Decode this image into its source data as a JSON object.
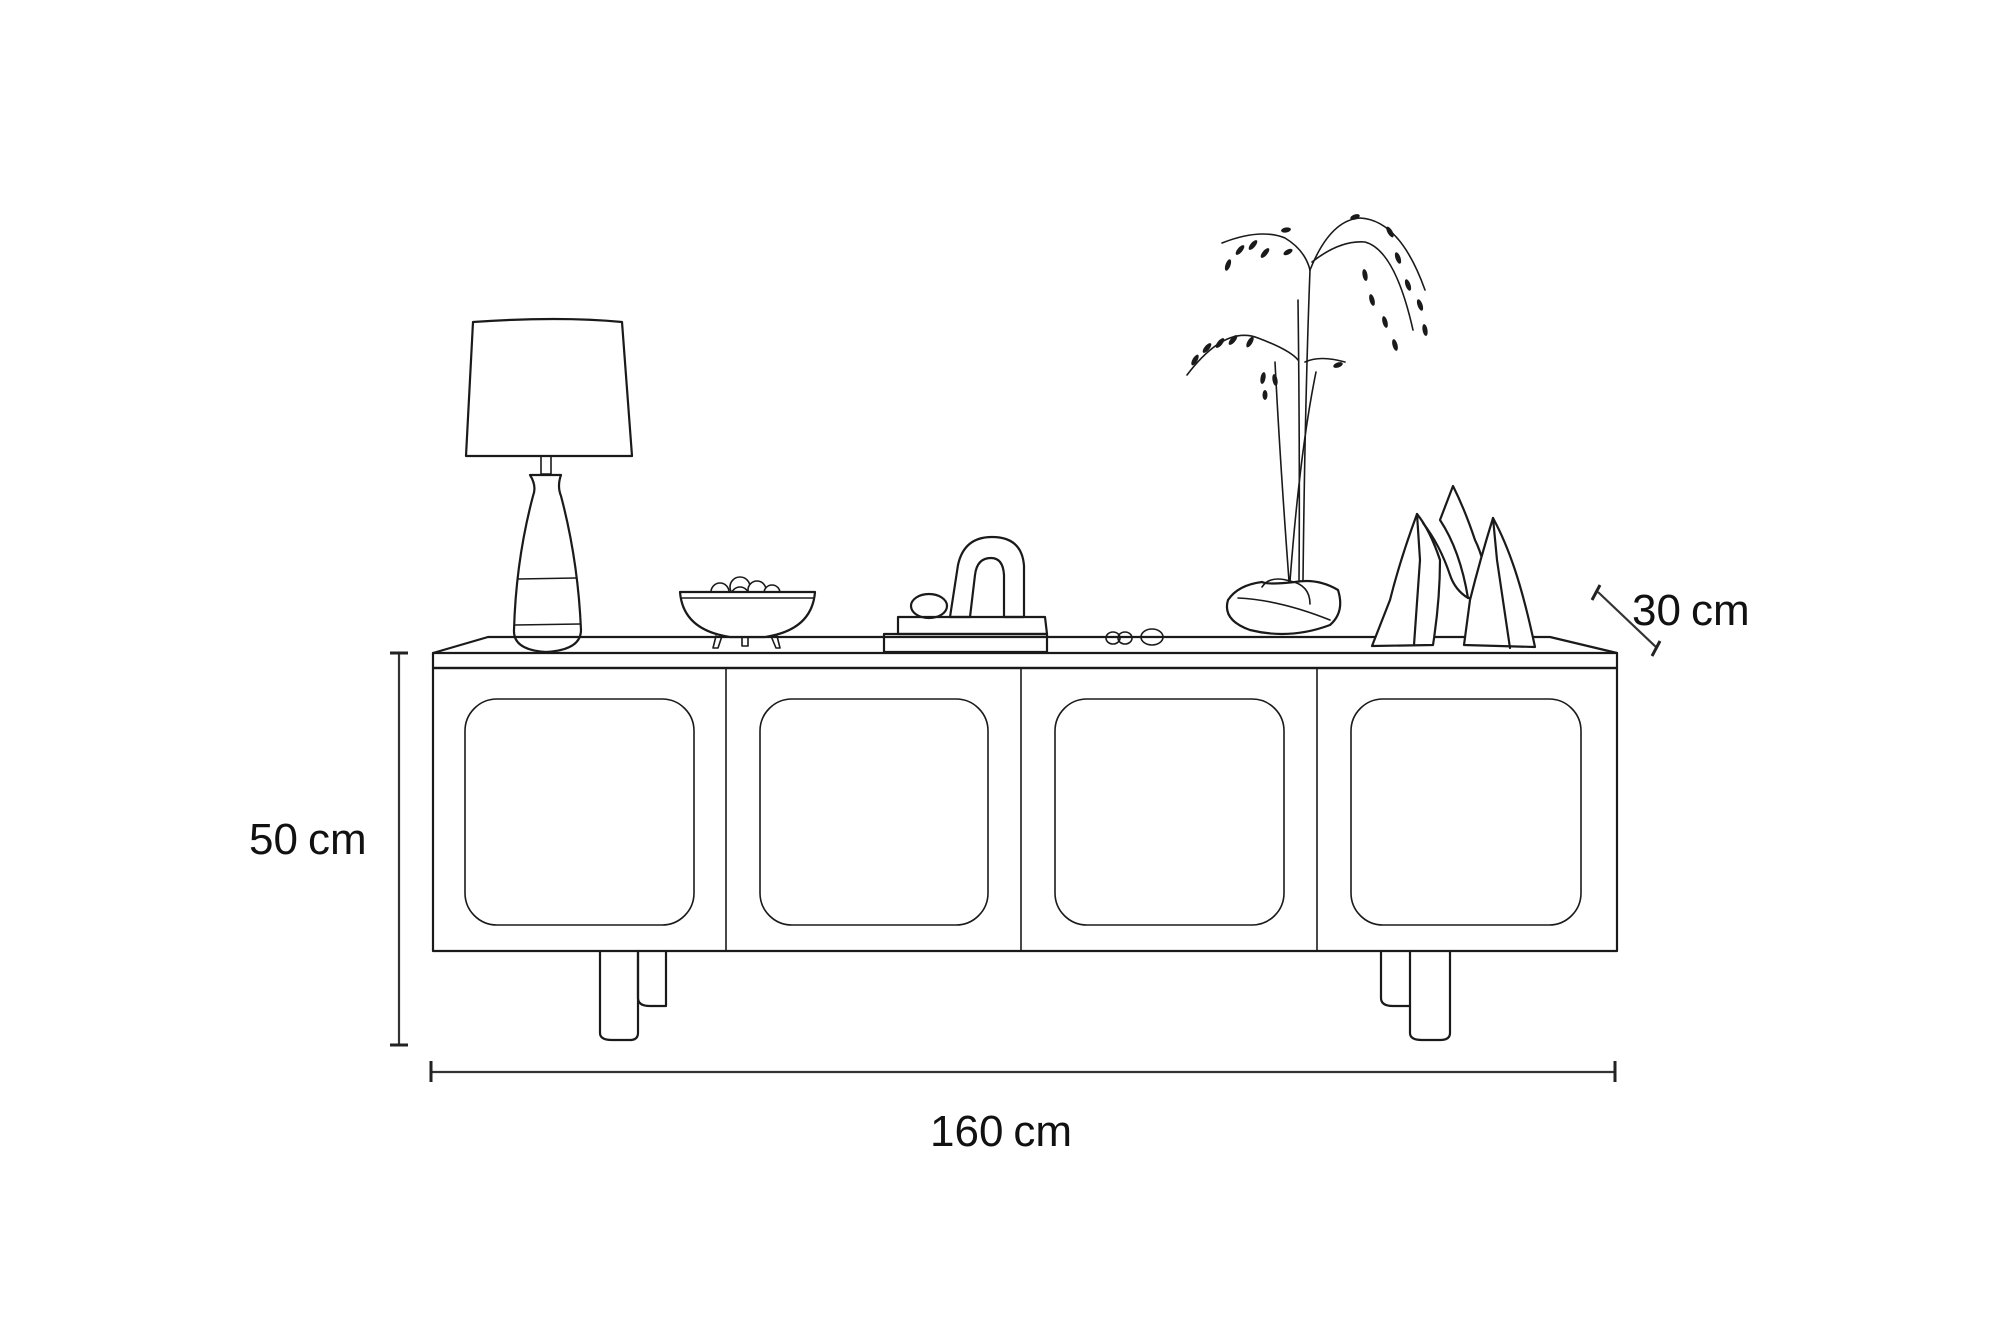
{
  "diagram": {
    "subject": "sideboard-dimension-drawing",
    "style": "black line art on white",
    "colors": {
      "line": "#1a1a1a",
      "background": "#ffffff"
    },
    "dimensions": {
      "width": {
        "value": "160",
        "unit": "cm"
      },
      "height": {
        "value": "50",
        "unit": "cm"
      },
      "depth": {
        "value": "30",
        "unit": "cm"
      }
    },
    "sideboard": {
      "door_count": 4,
      "leg_count": 4
    },
    "decor_items": [
      "table-lamp",
      "bowl-with-stones",
      "arch-sculpture-on-books",
      "pebbles",
      "grass-plant-on-rocks",
      "peak-sculpture"
    ]
  }
}
